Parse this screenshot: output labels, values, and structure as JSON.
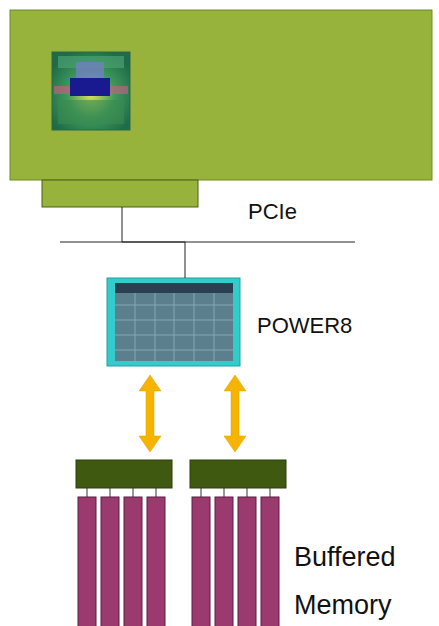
{
  "diagram": {
    "nodes": [
      {
        "text": [
          "PCIe"
        ]
      },
      {
        "text": [
          "POWER8"
        ]
      },
      {
        "text": [
          "Buffered Memory"
        ]
      }
    ],
    "edges": [
      {
        "from": 0,
        "to": 1,
        "arrow": "none"
      },
      {
        "from": 1,
        "to": 2,
        "arrow": "both"
      },
      {
        "from": 1,
        "to": 2,
        "arrow": "both"
      }
    ]
  }
}
